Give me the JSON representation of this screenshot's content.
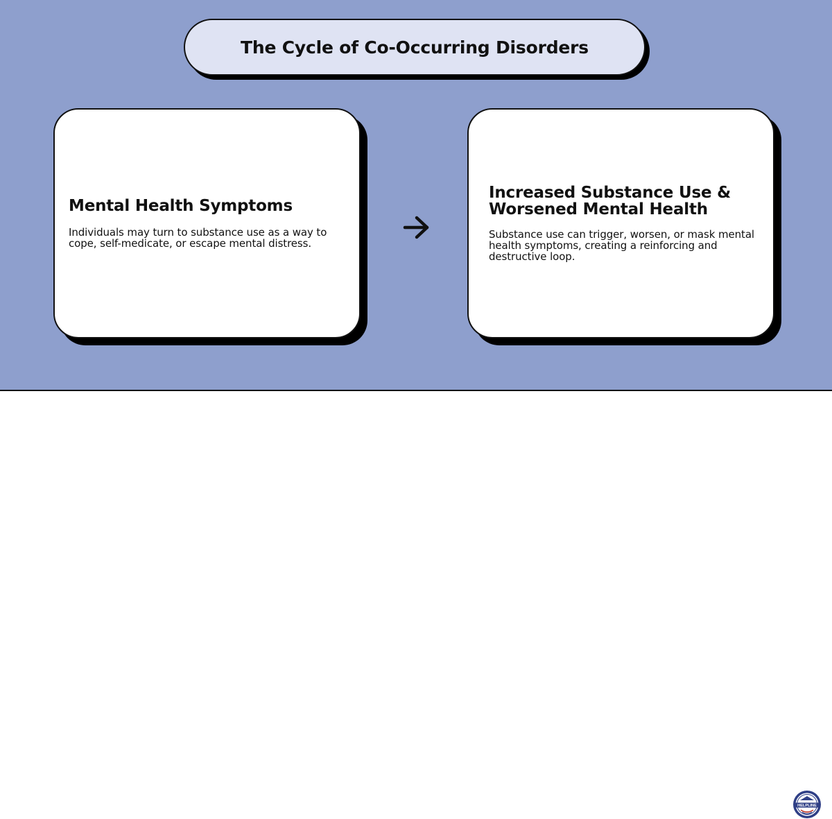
{
  "title": "The Cycle of Co-Occurring Disorders",
  "cards": [
    {
      "heading": "Mental Health Symptoms",
      "body": "Individuals may turn to substance use as a way to cope, self-medicate, or escape mental distress."
    },
    {
      "heading_line1": "Increased Substance Use &",
      "heading_line2": "Worsened Mental Health",
      "body": "Substance use can trigger, worsen, or mask mental health symptoms, creating a reinforcing and destructive loop."
    }
  ],
  "connector": {
    "icon": "arrow-right-icon"
  },
  "footer": {
    "logo": {
      "icon": "helpline-badge-icon",
      "text": "HELPLINE"
    }
  },
  "colors": {
    "stage_background": "#8e9fcd",
    "title_pill": "#dfe3f3",
    "card_background": "#ffffff",
    "outline_and_shadow": "#000000"
  }
}
